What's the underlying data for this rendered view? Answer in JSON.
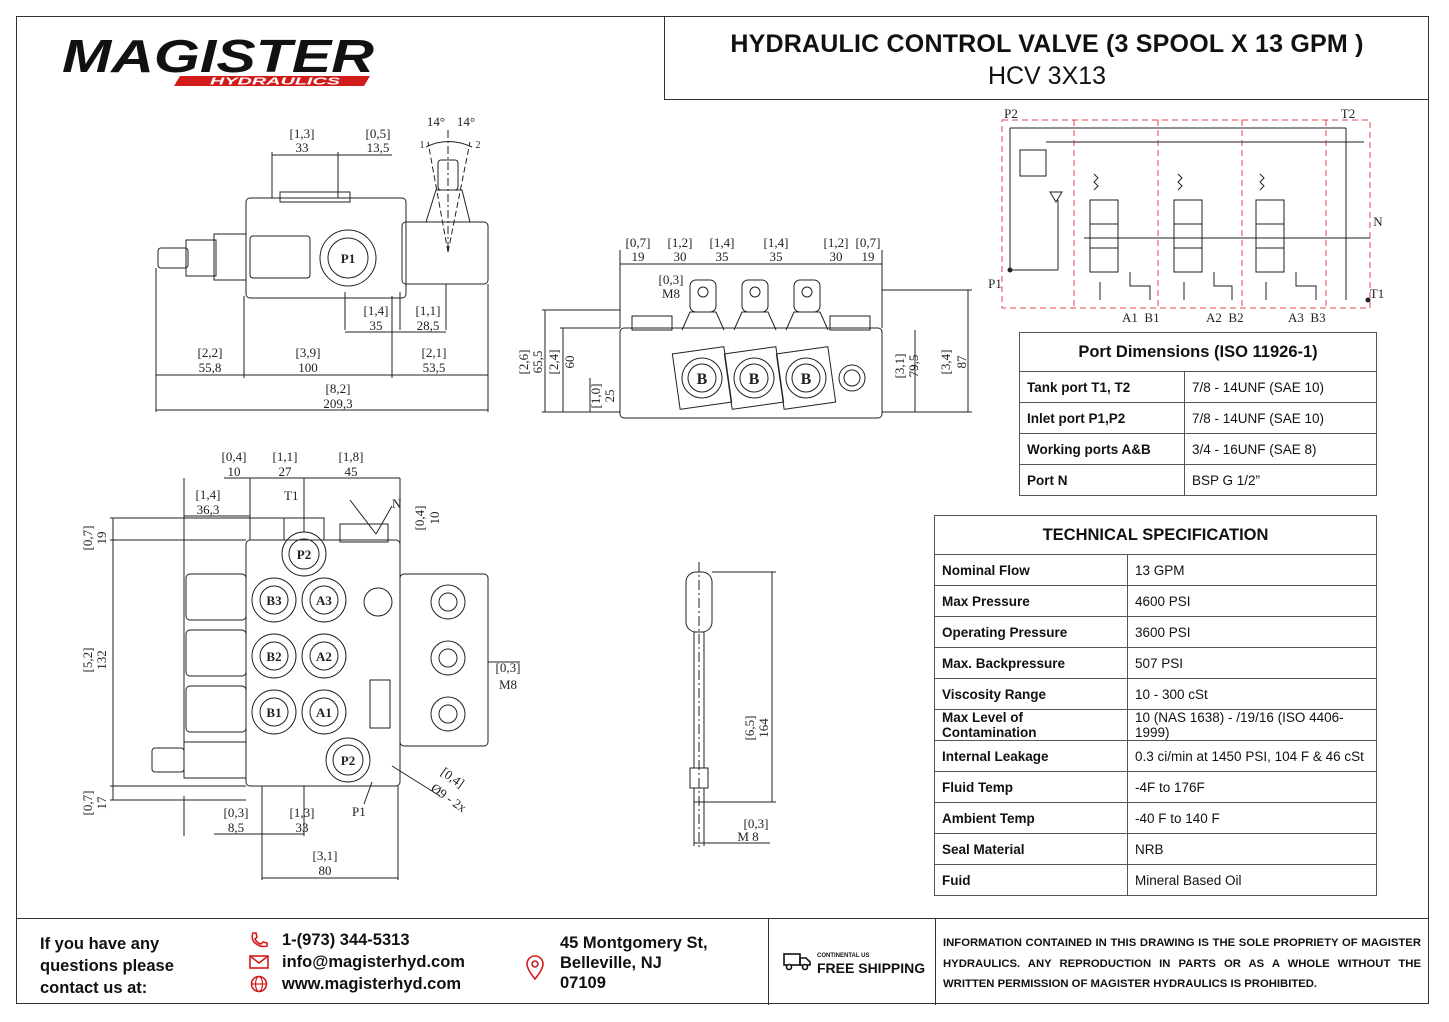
{
  "header": {
    "title": "HYDRAULIC CONTROL VALVE (3 SPOOL X 13 GPM )",
    "subtitle": "HCV 3X13",
    "logo_text": "MAGISTER",
    "logo_subtext": "HYDRAULICS"
  },
  "side_view": {
    "dims": [
      {
        "in": "[1,3]",
        "mm": "33"
      },
      {
        "in": "[0,5]",
        "mm": "13,5"
      },
      {
        "in": "[1,4]",
        "mm": "35"
      },
      {
        "in": "[1,1]",
        "mm": "28,5"
      },
      {
        "in": "[2,2]",
        "mm": "55,8"
      },
      {
        "in": "[3,9]",
        "mm": "100"
      },
      {
        "in": "[2,1]",
        "mm": "53,5"
      },
      {
        "in": "[8,2]",
        "mm": "209,3"
      }
    ],
    "angles": [
      "14°",
      "14°"
    ],
    "positions": [
      "1",
      "2"
    ],
    "port_label": "P1"
  },
  "front_view": {
    "top_dims": [
      {
        "in": "[0,7]",
        "mm": "19"
      },
      {
        "in": "[1,2]",
        "mm": "30"
      },
      {
        "in": "[1,4]",
        "mm": "35"
      },
      {
        "in": "[1,4]",
        "mm": "35"
      },
      {
        "in": "[1,2]",
        "mm": "30"
      },
      {
        "in": "[0,7]",
        "mm": "19"
      }
    ],
    "thread": {
      "in": "[0,3]",
      "mm": "M8"
    },
    "left_dims": [
      {
        "in": "[2,6]",
        "mm": "65,5"
      },
      {
        "in": "[2,4]",
        "mm": "60"
      },
      {
        "in": "[1,0]",
        "mm": "25"
      }
    ],
    "right_dims": [
      {
        "in": "[3,1]",
        "mm": "79,5"
      },
      {
        "in": "[3,4]",
        "mm": "87"
      }
    ],
    "port_letter": "B"
  },
  "top_view": {
    "dims_top": [
      {
        "in": "[0,4]",
        "mm": "10"
      },
      {
        "in": "[1,1]",
        "mm": "27"
      },
      {
        "in": "[1,8]",
        "mm": "45"
      },
      {
        "in": "[1,4]",
        "mm": "36,3"
      },
      {
        "in": "[0,4]",
        "mm": "10"
      }
    ],
    "dims_left": [
      {
        "in": "[0,7]",
        "mm": "19"
      },
      {
        "in": "[5,2]",
        "mm": "132"
      },
      {
        "in": "[0,7]",
        "mm": "17"
      }
    ],
    "dims_bottom": [
      {
        "in": "[0,3]",
        "mm": "8,5"
      },
      {
        "in": "[1,3]",
        "mm": "33"
      },
      {
        "in": "[3,1]",
        "mm": "80"
      }
    ],
    "thread": {
      "in": "[0,3]",
      "mm": "M8"
    },
    "hole": {
      "in": "[0,4]",
      "mm": "Ø9 - 2x"
    },
    "labels": {
      "t1": "T1",
      "n": "N",
      "p1": "P1"
    },
    "ports": [
      "P2",
      "B3",
      "A3",
      "B2",
      "A2",
      "B1",
      "A1",
      "P2"
    ]
  },
  "handle_view": {
    "length": {
      "in": "[6,5]",
      "mm": "164"
    },
    "thread": {
      "in": "[0,3]",
      "mm": "M 8"
    }
  },
  "schematic": {
    "labels": [
      "P2",
      "T2",
      "N",
      "P1",
      "T1",
      "A1",
      "B1",
      "A2",
      "B2",
      "A3",
      "B3"
    ]
  },
  "port_table": {
    "title": "Port Dimensions (ISO 11926-1)",
    "rows": [
      {
        "k": "Tank port T1, T2",
        "v": "7/8 - 14UNF (SAE 10)"
      },
      {
        "k": "Inlet port P1,P2",
        "v": "7/8 - 14UNF (SAE 10)"
      },
      {
        "k": "Working ports A&B",
        "v": "3/4 - 16UNF (SAE 8)"
      },
      {
        "k": "Port N",
        "v": "BSP G 1/2”"
      }
    ]
  },
  "tech_table": {
    "title": "TECHNICAL SPECIFICATION",
    "rows": [
      {
        "k": "Nominal Flow",
        "v": "13 GPM"
      },
      {
        "k": "Max Pressure",
        "v": "4600 PSI"
      },
      {
        "k": "Operating Pressure",
        "v": "3600 PSI"
      },
      {
        "k": "Max. Backpressure",
        "v": "507 PSI"
      },
      {
        "k": "Viscosity Range",
        "v": "10 - 300 cSt"
      },
      {
        "k": "Max Level of Contamination",
        "v": "10 (NAS 1638) - /19/16 (ISO 4406-1999)"
      },
      {
        "k": "Internal Leakage",
        "v": "0.3 ci/min at 1450 PSI, 104 F & 46 cSt"
      },
      {
        "k": "Fluid Temp",
        "v": "-4F to 176F"
      },
      {
        "k": "Ambient Temp",
        "v": "-40 F to 140 F"
      },
      {
        "k": "Seal Material",
        "v": "NRB"
      },
      {
        "k": "Fuid",
        "v": "Mineral Based Oil"
      }
    ]
  },
  "footer": {
    "question": "If you have any questions please contact us at:",
    "phone": "1-(973) 344-5313",
    "email": "info@magisterhyd.com",
    "web": "www.magisterhyd.com",
    "address_line1": "45 Montgomery St,",
    "address_line2": "Belleville, NJ",
    "address_line3": "07109",
    "ship_small": "CONTINENTAL US",
    "ship_big": "FREE SHIPPING",
    "legal": "INFORMATION CONTAINED IN THIS DRAWING IS THE SOLE PROPRIETY OF MAGISTER HYDRAULICS. ANY REPRODUCTION IN PARTS OR AS A WHOLE WITHOUT THE WRITTEN PERMISSION OF MAGISTER HYDRAULICS IS PROHIBITED."
  }
}
